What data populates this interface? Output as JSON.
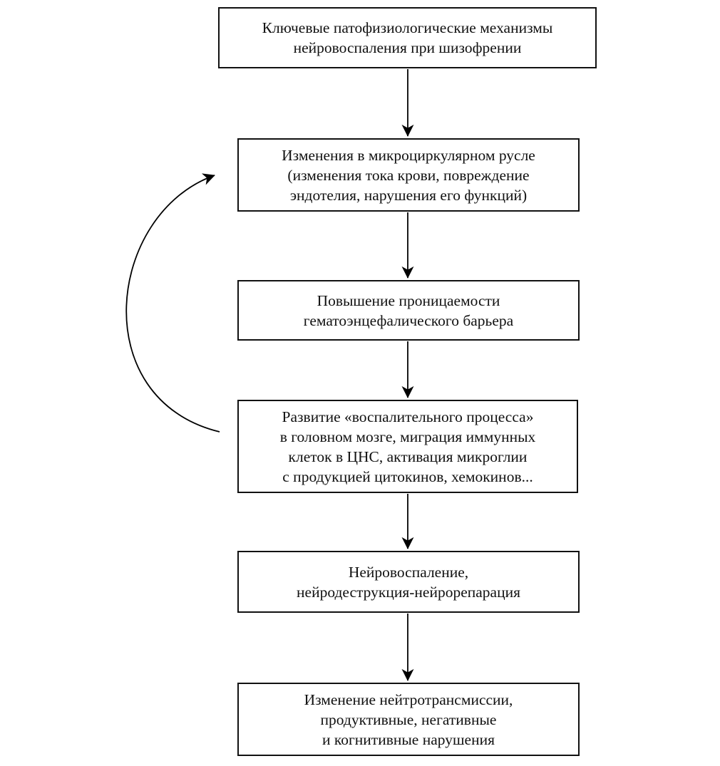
{
  "diagram": {
    "background_color": "#ffffff",
    "line_color": "#000000",
    "box_border_color": "#111111",
    "text_color": "#111111",
    "nodes": [
      {
        "id": "key-mechanisms",
        "text": "Ключевые патофизиологические механизмы\nнейровоспаления при шизофрении"
      },
      {
        "id": "microcirculation-changes",
        "text": "Изменения в микроциркулярном русле\n(изменения тока крови, повреждение\nэндотелия, нарушения его функций)"
      },
      {
        "id": "bbb-permeability",
        "text": "Повышение проницаемости\nгематоэнцефалического барьера"
      },
      {
        "id": "inflammatory-process",
        "text": "Развитие «воспалительного процесса»\nв головном мозге, миграция иммунных\nклеток в ЦНС, активация микроглии\nс продукцией цитокинов, хемокинов..."
      },
      {
        "id": "neuroinflammation",
        "text": "Нейровоспаление,\nнейродеструкция-нейрорепарация"
      },
      {
        "id": "neurotransmission-changes",
        "text": "Изменение нейтротрансмиссии,\nпродуктивные, негативные\nи когнитивные нарушения"
      }
    ],
    "connections": [
      {
        "from": "key-mechanisms",
        "to": "microcirculation-changes",
        "style": "straight-arrow"
      },
      {
        "from": "microcirculation-changes",
        "to": "bbb-permeability",
        "style": "straight-arrow"
      },
      {
        "from": "bbb-permeability",
        "to": "inflammatory-process",
        "style": "straight-arrow"
      },
      {
        "from": "inflammatory-process",
        "to": "neuroinflammation",
        "style": "straight-arrow"
      },
      {
        "from": "neuroinflammation",
        "to": "neurotransmission-changes",
        "style": "straight-arrow"
      },
      {
        "from": "inflammatory-process",
        "to": "microcirculation-changes",
        "style": "curved-feedback-arrow"
      }
    ]
  }
}
